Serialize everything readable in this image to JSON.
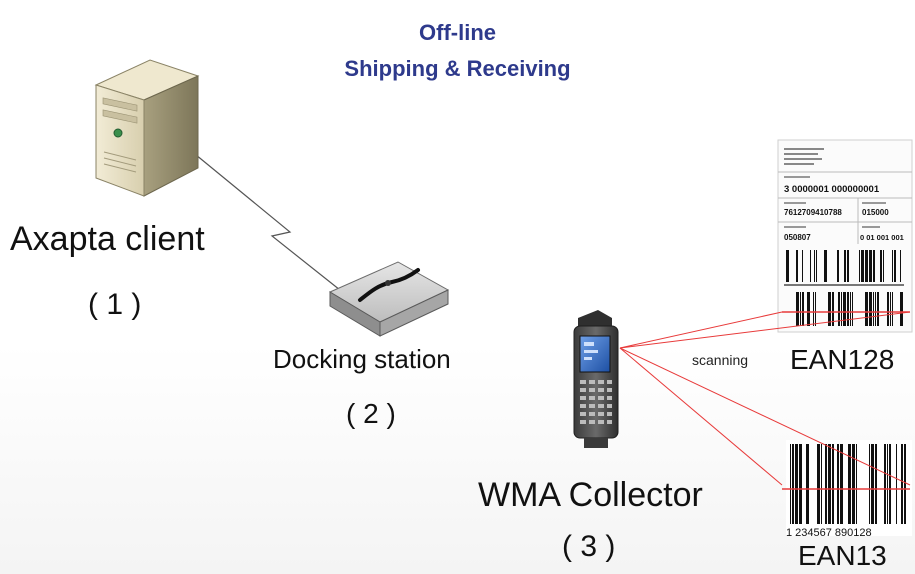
{
  "title": {
    "line1": "Off-line",
    "line2": "Shipping & Receiving"
  },
  "nodes": {
    "client": {
      "label": "Axapta client",
      "number": "( 1 )"
    },
    "dock": {
      "label": "Docking station",
      "number": "( 2 )"
    },
    "collector": {
      "label": "WMA Collector",
      "number": "( 3 )"
    }
  },
  "scan_label": "scanning",
  "label_ean128": {
    "name": "EAN128",
    "sscc": "3 0000001 000000001",
    "gtin": "7612709410788",
    "qty": "015000",
    "batch": "050807",
    "count": "0 01 001 001"
  },
  "label_ean13": {
    "name": "EAN13",
    "digits": "1 234567 890128"
  },
  "colors": {
    "title": "#2e3a8c",
    "scan_line": "#e83a3a"
  }
}
